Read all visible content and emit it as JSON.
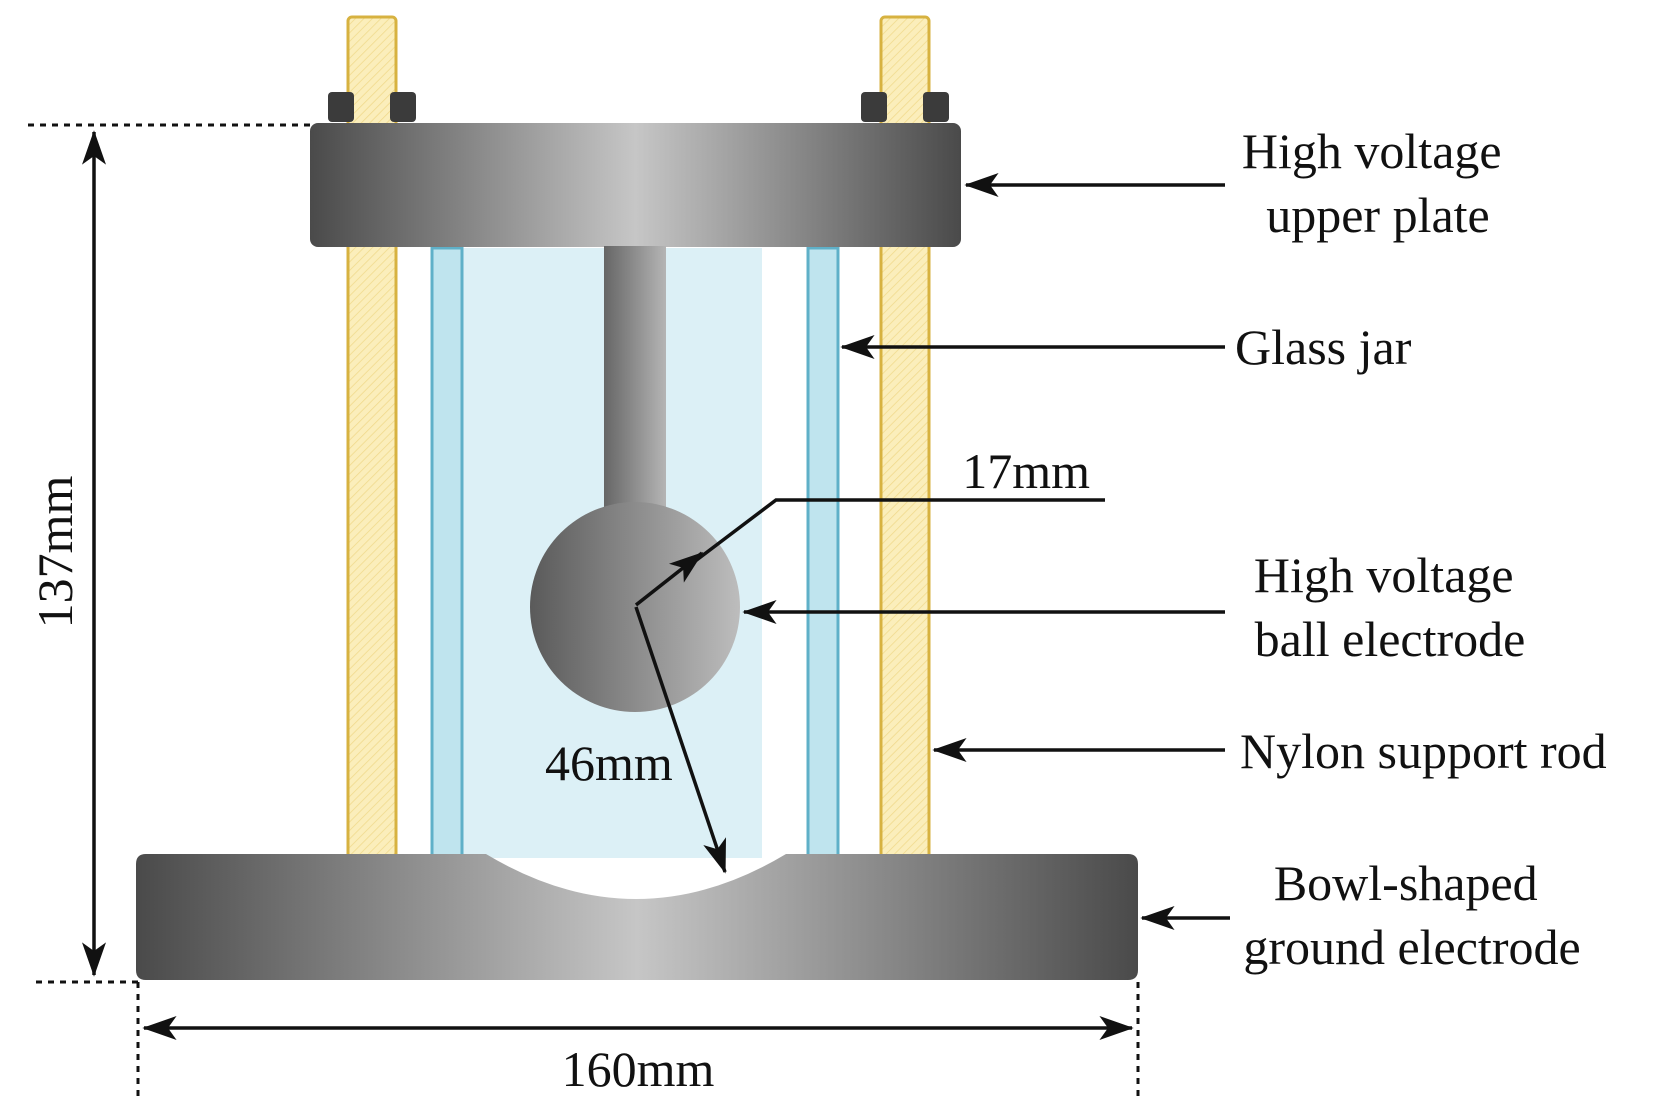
{
  "labels": {
    "upper_plate": [
      "High voltage",
      "upper plate"
    ],
    "glass_jar": [
      "Glass jar"
    ],
    "ball_electrode": [
      "High voltage",
      "ball electrode"
    ],
    "support_rod": [
      "Nylon support rod"
    ],
    "ground_electrode": [
      "Bowl-shaped",
      "ground electrode"
    ]
  },
  "dimensions": {
    "height": "137mm",
    "width": "160mm",
    "ball_radius": "17mm",
    "bowl_radius": "46mm"
  },
  "colors": {
    "electrode_dark": "#4d4d4d",
    "electrode_light": "#c4c4c4",
    "glass_fill": "#bfe4ee",
    "glass_edge": "#5fb0c8",
    "jar_interior": "#dcf0f6",
    "nylon_fill": "#fbeebb",
    "nylon_edge": "#d7b240",
    "line": "#111111"
  }
}
